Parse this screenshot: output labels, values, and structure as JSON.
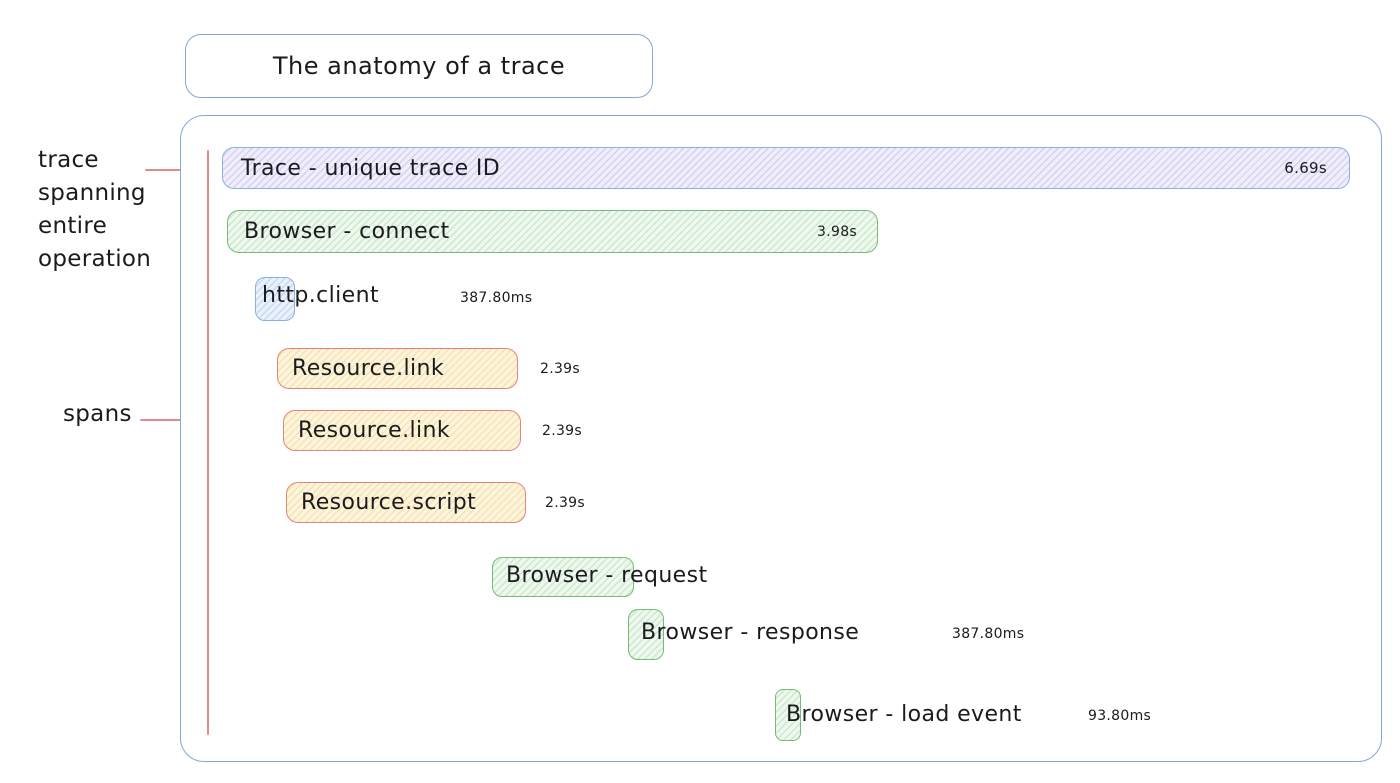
{
  "title": "The anatomy of a trace",
  "annotations": {
    "trace": "trace\nspanning\nentire\noperation",
    "spans": "spans"
  },
  "trace_bar": {
    "label": "Trace - unique trace ID",
    "duration": "6.69s"
  },
  "spans": [
    {
      "label": "Browser - connect",
      "duration": "3.98s",
      "kind": "browser"
    },
    {
      "label": "http.client",
      "duration": "387.80ms",
      "kind": "http"
    },
    {
      "label": "Resource.link",
      "duration": "2.39s",
      "kind": "resource"
    },
    {
      "label": "Resource.link",
      "duration": "2.39s",
      "kind": "resource"
    },
    {
      "label": "Resource.script",
      "duration": "2.39s",
      "kind": "resource"
    },
    {
      "label": "Browser - request",
      "kind": "browser"
    },
    {
      "label": "Browser - response",
      "duration": "387.80ms",
      "kind": "browser"
    },
    {
      "label": "Browser - load event",
      "duration": "93.80ms",
      "kind": "browser"
    }
  ],
  "colors": {
    "frame_border": "#7fa9dc",
    "trace_fill": "#f1eefb",
    "trace_border": "#8cb0de",
    "browser_fill": "#eef8ee",
    "browser_border": "#74bd78",
    "resource_fill": "#fdf5db",
    "resource_border": "#e5837b",
    "http_fill": "#e9f1fb",
    "http_border": "#8cb0de",
    "annotation_line": "#e58a8a",
    "text": "#1b1b1f"
  }
}
